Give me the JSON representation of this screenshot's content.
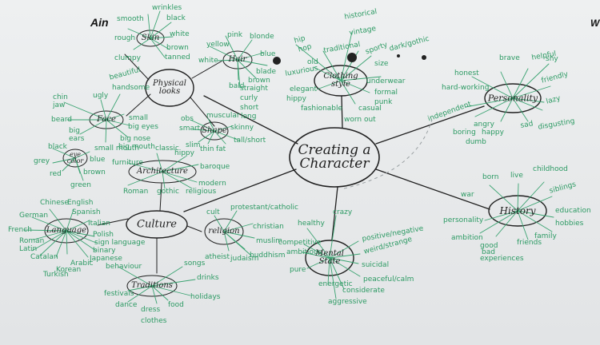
{
  "corner_marks": {
    "left": "Ain",
    "right": "W"
  },
  "center": {
    "title": "Creating a Character"
  },
  "branches": [
    {
      "label": "Physical looks",
      "sub": [
        {
          "label": "Skin",
          "words": [
            "wrinkles",
            "smooth",
            "black",
            "rough",
            "white",
            "clumpy",
            "brown",
            "tanned"
          ]
        },
        {
          "label": "Face",
          "words": [
            "chin",
            "jaw",
            "beard",
            "ugly",
            "beautiful",
            "handsome",
            "small",
            "big eyes",
            "big",
            "ears",
            "big nose",
            "small mouth",
            "big mouth"
          ]
        },
        {
          "label": "eye color",
          "words": [
            "black",
            "grey",
            "blue",
            "red",
            "brown",
            "green"
          ]
        },
        {
          "label": "Hair",
          "words": [
            "pink",
            "yellow",
            "blonde",
            "white",
            "blue",
            "blade",
            "brown",
            "bald",
            "straight",
            "curly",
            "short",
            "long"
          ]
        },
        {
          "label": "Shape",
          "words": [
            "obs",
            "smart",
            "muscular",
            "skinny",
            "tall/short",
            "slim",
            "thin",
            "fat"
          ]
        }
      ]
    },
    {
      "label": "Clothing style",
      "words": [
        "hip",
        "hop",
        "traditional",
        "historical",
        "vintage",
        "sporty",
        "dark/gothic",
        "old",
        "size",
        "underwear",
        "luxurious",
        "formal",
        "elegant",
        "punk",
        "hippy",
        "fashionable",
        "casual",
        "worn out"
      ]
    },
    {
      "label": "Personality",
      "words": [
        "honest",
        "brave",
        "helpful",
        "shy",
        "hard-working",
        "friendly",
        "lazy",
        "independent",
        "angry",
        "boring",
        "happy",
        "sad",
        "dumb",
        "disgusting"
      ]
    },
    {
      "label": "History",
      "words": [
        "born",
        "live",
        "childhood",
        "war",
        "siblings",
        "education",
        "personality",
        "hobbies",
        "ambition",
        "family",
        "good",
        "bad",
        "experiences",
        "friends"
      ]
    },
    {
      "label": "Mental State",
      "words": [
        "healthy",
        "crazy",
        "competitive",
        "positive/negative",
        "ambitious",
        "weird/strange",
        "suicidal",
        "pure",
        "peaceful/calm",
        "energetic",
        "considerate",
        "aggressive"
      ]
    },
    {
      "label": "Culture",
      "sub": [
        {
          "label": "Architecture",
          "words": [
            "furniture",
            "classic",
            "hippy",
            "baroque",
            "modern",
            "Roman",
            "gothic",
            "religious"
          ]
        },
        {
          "label": "Language",
          "words": [
            "Chinese",
            "English",
            "Spanish",
            "German",
            "Italian",
            "French",
            "Polish",
            "Roman",
            "Latin",
            "sign language",
            "binary",
            "Catalan",
            "Japanese",
            "Arabic",
            "Korean",
            "Turkish"
          ]
        },
        {
          "label": "religion",
          "words": [
            "cult",
            "protestant/catholic",
            "christian",
            "muslim",
            "atheist",
            "judaism",
            "buddhism"
          ]
        },
        {
          "label": "Traditions",
          "words": [
            "behaviour",
            "songs",
            "drinks",
            "festivals",
            "holidays",
            "dance",
            "dress",
            "food",
            "clothes"
          ]
        }
      ]
    }
  ]
}
